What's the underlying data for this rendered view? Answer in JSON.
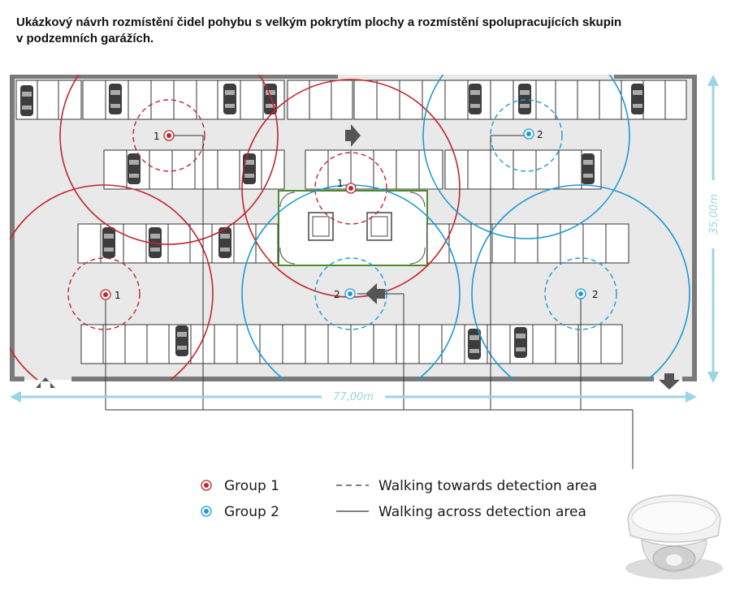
{
  "title": {
    "line1": "Ukázkový návrh rozmístění čidel pohybu s velkým pokrytím plochy a rozmístění spolupracujících skupin",
    "line2": "v podzemních garážích."
  },
  "dimensions": {
    "width": "77,00m",
    "height": "35,00m"
  },
  "sensor_labels": {
    "group1": "1",
    "group2": "2"
  },
  "legend": {
    "group1": "Group 1",
    "group2": "Group 2",
    "dashed": "Walking towards detection area",
    "solid": "Walking across detection area"
  },
  "colors": {
    "group1": "#c0272d",
    "group2": "#1f9ad6",
    "dimension": "#9ad4e6",
    "floor": "#e9e9e9",
    "core_border": "#4a8c2a"
  }
}
